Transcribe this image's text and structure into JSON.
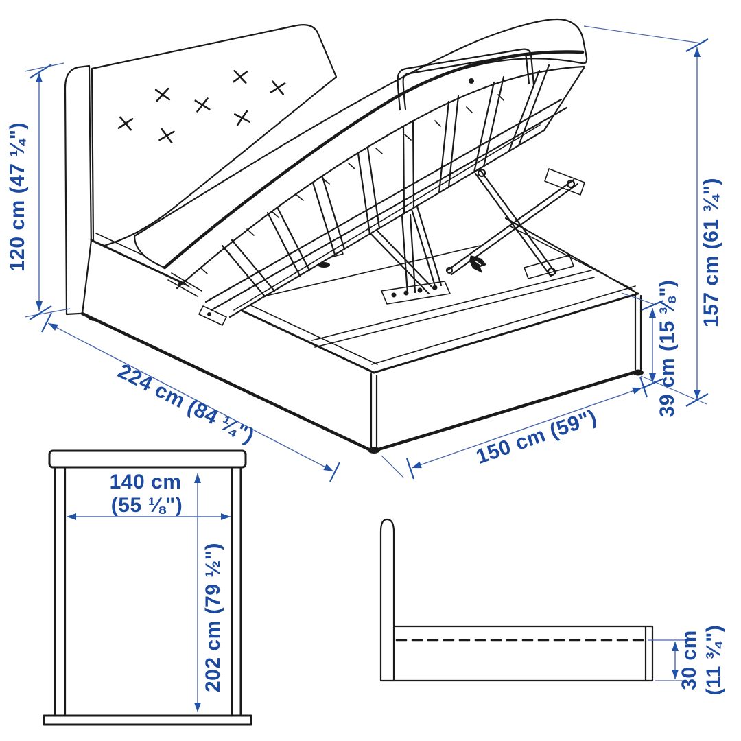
{
  "diagram": {
    "kind": "storage-bed-dimension-diagram",
    "views": [
      "main-perspective-open-storage",
      "top-view",
      "side-view"
    ]
  },
  "labels": {
    "headboard_height": "120 cm (47 ¼\")",
    "open_lid_height": "157 cm (61 ¾\")",
    "base_height": "39 cm (15 ⅜\")",
    "bed_length": "224 cm (84 ¼\")",
    "bed_width": "150 cm (59\")",
    "mattress_width_line1": "140 cm",
    "mattress_width_line2": "(55 ⅛\")",
    "mattress_length": "202 cm (79 ½\")",
    "storage_depth_line1": "30 cm",
    "storage_depth_line2": "(11 ¾\")"
  },
  "colors": {
    "dimension_text": "#1c4aa0",
    "dimension_line": "#4a66ad",
    "dimension_arrow": "#2353a8",
    "artwork_line": "#1a1a1a",
    "background": "#ffffff"
  }
}
